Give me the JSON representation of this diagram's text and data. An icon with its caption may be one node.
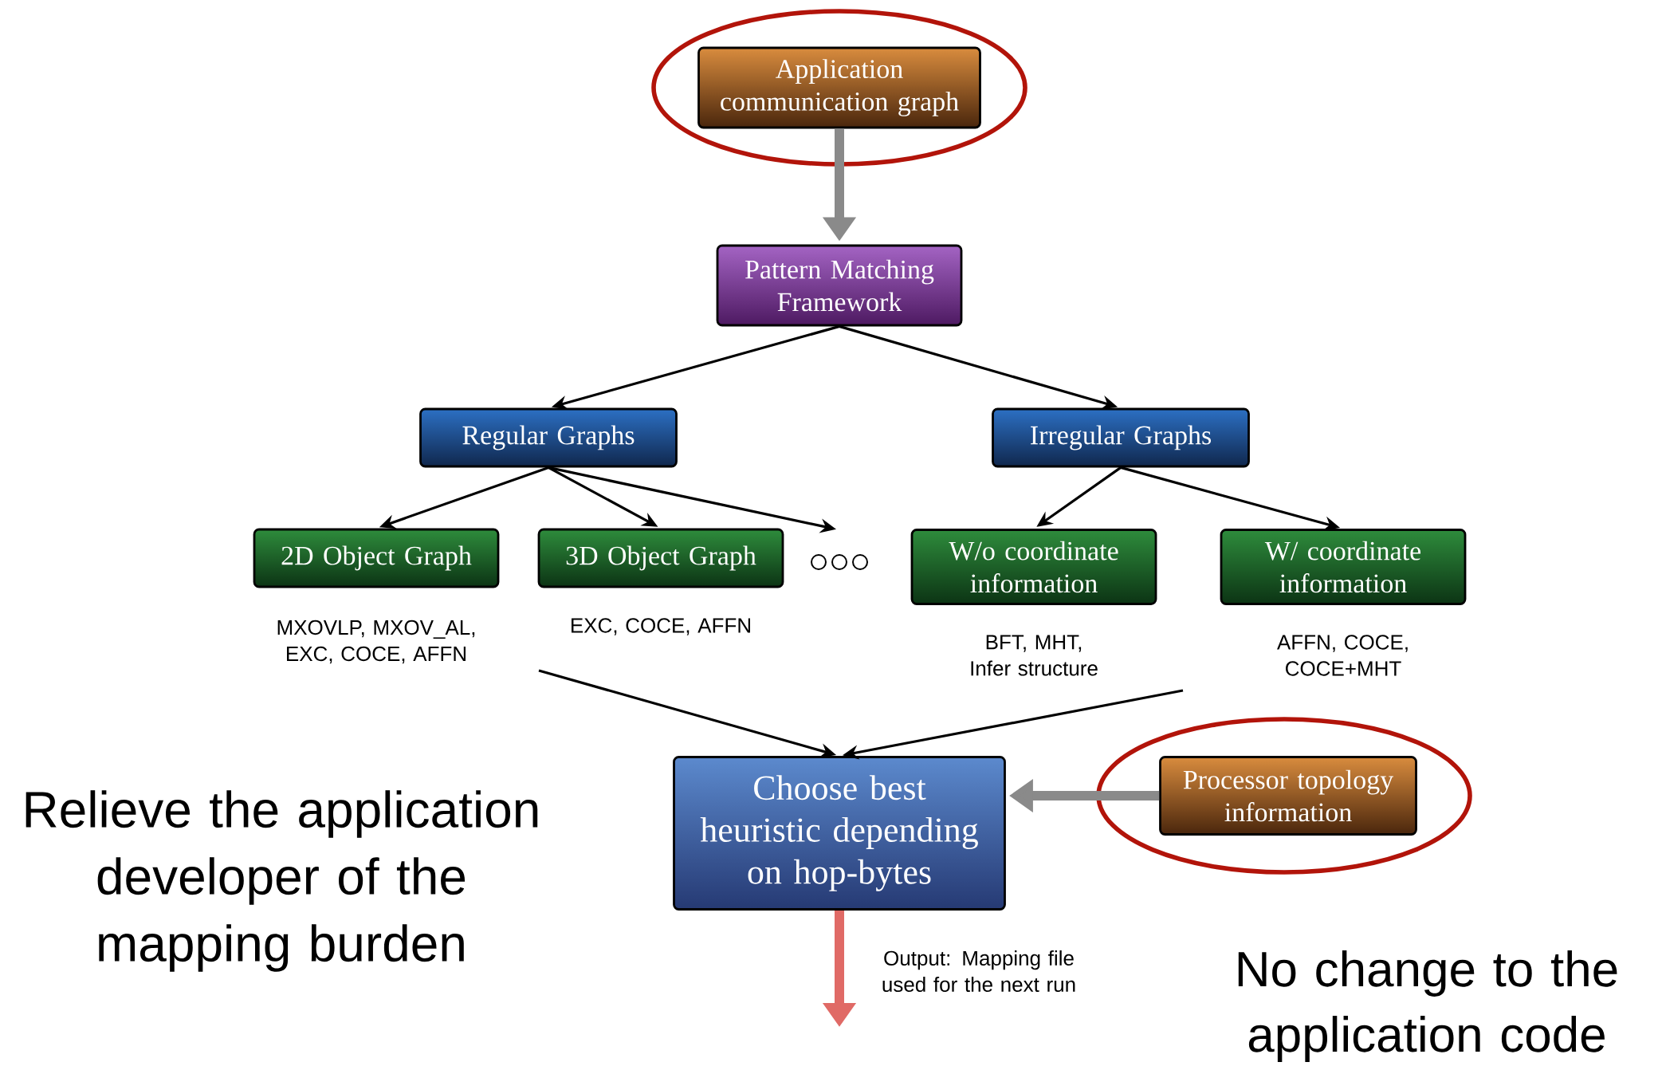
{
  "diagram": {
    "nodes": [
      {
        "text": [
          "Application communication graph"
        ]
      },
      {
        "text": [
          "Pattern Matching Framework"
        ]
      },
      {
        "text": [
          "Regular Graphs"
        ]
      },
      {
        "text": [
          "Irregular Graphs"
        ]
      },
      {
        "text": [
          "2D Object Graph"
        ],
        "beside": [
          "MXOVLP, MXOV_AL, EXC, COCE, AFFN"
        ]
      },
      {
        "text": [
          "3D Object Graph"
        ],
        "beside": [
          "EXC, COCE, AFFN"
        ]
      },
      {
        "text": [],
        "shape": "circle"
      },
      {
        "text": [
          "W/o coordinate information"
        ],
        "beside": [
          "BFT, MHT, Infer structure"
        ]
      },
      {
        "text": [
          "W/ coordinate information"
        ],
        "beside": [
          "AFFN, COCE, COCE+MHT"
        ]
      },
      {
        "text": [
          "Choose best heuristic depending on hop-bytes"
        ]
      },
      {
        "text": [
          "Processor topology information"
        ]
      }
    ],
    "edges": [
      {
        "from": 0,
        "to": 1,
        "arrow": "to",
        "style": "thick",
        "color": "#8a8a8a"
      },
      {
        "from": 1,
        "to": 2,
        "arrow": "to"
      },
      {
        "from": 1,
        "to": 3,
        "arrow": "to"
      },
      {
        "from": 2,
        "to": 4,
        "arrow": "to"
      },
      {
        "from": 2,
        "to": 5,
        "arrow": "to"
      },
      {
        "from": 2,
        "to": 6,
        "arrow": "to"
      },
      {
        "from": 3,
        "to": 7,
        "arrow": "to"
      },
      {
        "from": 3,
        "to": 8,
        "arrow": "to"
      },
      {
        "from": null,
        "to": 9,
        "arrow": "to"
      },
      {
        "from": null,
        "to": 9,
        "arrow": "to"
      },
      {
        "from": 10,
        "to": 9,
        "arrow": "to",
        "style": "thick",
        "color": "#8a8a8a"
      },
      {
        "from": 9,
        "to": null,
        "arrow": "to",
        "style": "thick",
        "color": "#e06a66",
        "label": "Output: Mapping file used for the next run"
      }
    ],
    "labels": [
      "Relieve the application developer of the mapping burden",
      "No change to the application code"
    ]
  }
}
